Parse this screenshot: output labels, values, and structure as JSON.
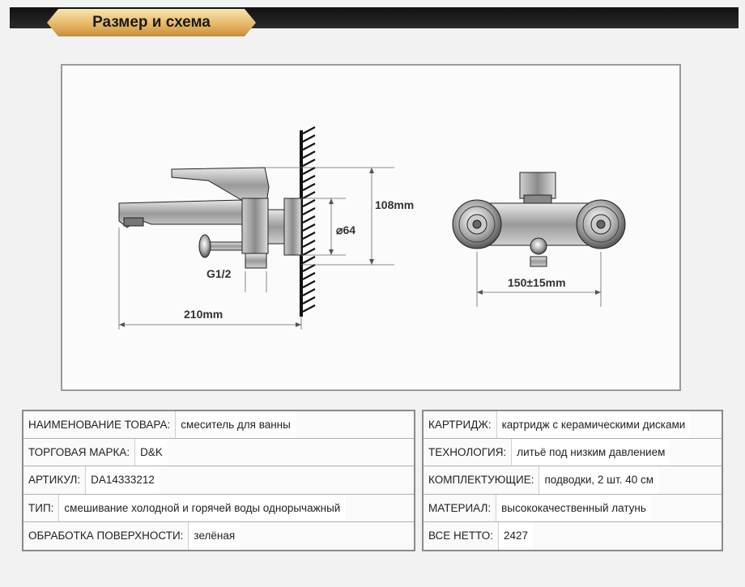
{
  "header": {
    "title": "Размер и схема"
  },
  "diagram": {
    "dimensions": {
      "height": "108mm",
      "diameter": "64",
      "thread": "G1/2",
      "length": "210mm",
      "center_distance": "150±15mm"
    }
  },
  "specs": {
    "left": [
      {
        "label": "НАИМЕНОВАНИЕ ТОВАРА:",
        "value": "смеситель для ванны"
      },
      {
        "label": "ТОРГОВАЯ МАРКА:",
        "value": "D&K"
      },
      {
        "label": "АРТИКУЛ:",
        "value": "DA14333212"
      },
      {
        "label": "ТИП:",
        "value": "смешивание холодной и горячей воды однорычажный"
      },
      {
        "label": "ОБРАБОТКА ПОВЕРХНОСТИ:",
        "value": "зелёная"
      }
    ],
    "right": [
      {
        "label": "КАРТРИДЖ:",
        "value": "картридж с керамическими дисками"
      },
      {
        "label": "ТЕХНОЛОГИЯ:",
        "value": "литьё под низким давлением"
      },
      {
        "label": "КОМПЛЕКТУЮЩИЕ:",
        "value": "подводки, 2 шт. 40 см"
      },
      {
        "label": "МАТЕРИАЛ:",
        "value": "высококачественный латунь"
      },
      {
        "label": "ВСЕ НЕТТО:",
        "value": "2427"
      }
    ]
  }
}
